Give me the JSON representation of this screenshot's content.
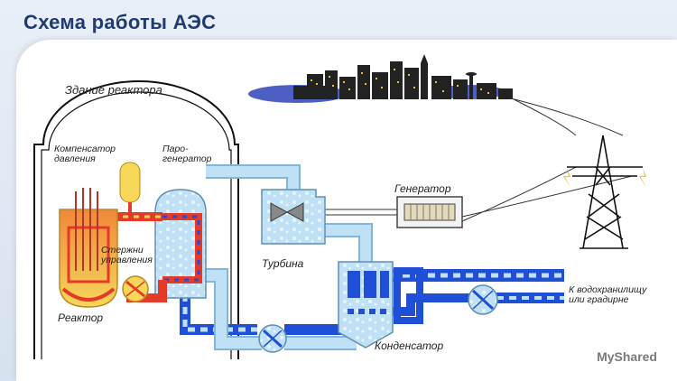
{
  "slide": {
    "title": "Схема работы АЭС",
    "watermark": "MyShared"
  },
  "labels": {
    "reactor_building": "Здание реактора",
    "pressure_compensator": "Компенсатор\nдавления",
    "steam_generator": "Паро-\nгенератор",
    "control_rods": "Стержни\nуправления",
    "reactor": "Реактор",
    "turbine": "Турбина",
    "generator": "Генератор",
    "condenser": "Конденсатор",
    "to_reservoir": "К водохранилищу\nили градирне"
  },
  "colors": {
    "title": "#1f3b70",
    "hot_loop": "#e53a2a",
    "cold_loop": "#1f4fd6",
    "steam": "#bfe0f5",
    "reactor_core": "#f1a53a"
  }
}
